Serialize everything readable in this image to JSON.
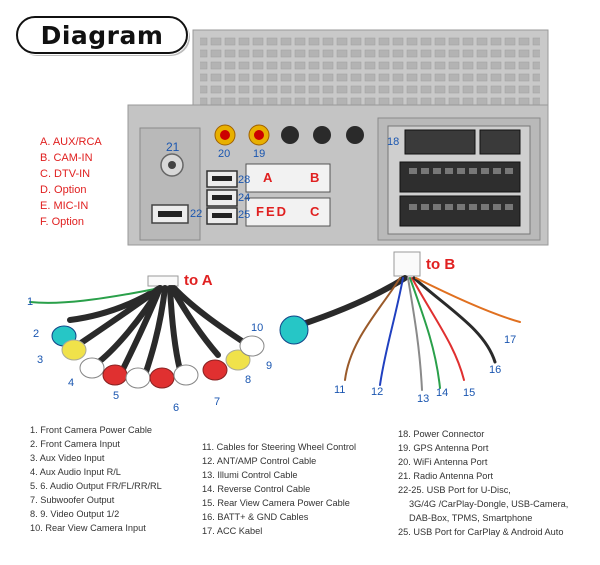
{
  "title": "Diagram",
  "legend": [
    "A. AUX/RCA",
    "B. CAM-IN",
    "C. DTV-IN",
    "D. Option",
    "E. MIC-IN",
    "F. Option"
  ],
  "unit_labels": {
    "port_21": "21",
    "port_20": "20",
    "port_19": "19",
    "port_18": "18",
    "port_28": "28",
    "port_24": "24",
    "port_25": "25",
    "port_22": "22",
    "header_top": "A",
    "header_top_b": "B",
    "header_bottom": "FED",
    "header_bottom_c": "C"
  },
  "harness_a": {
    "label": "to A",
    "numbers": [
      "1",
      "2",
      "3",
      "4",
      "5",
      "6",
      "7",
      "8",
      "9"
    ]
  },
  "harness_b": {
    "label": "to B",
    "numbers": [
      "10",
      "11",
      "12",
      "13",
      "14",
      "15",
      "16",
      "17"
    ]
  },
  "descriptions": {
    "col1": [
      "1. Front Camera Power Cable",
      "2. Front Camera Input",
      "3. Aux Video Input",
      "4. Aux Audio Input R/L",
      "5. 6. Audio Output FR/FL/RR/RL",
      "7. Subwoofer Output",
      "8. 9. Video Output 1/2",
      "10. Rear View Camera Input"
    ],
    "col2": [
      "11. Cables for Steering Wheel Control",
      "12. ANT/AMP Control Cable",
      "13. Illumi Control Cable",
      "14. Reverse Control Cable",
      "15. Rear View Camera Power Cable",
      "16. BATT+ & GND Cables",
      "17. ACC Kabel"
    ],
    "col3": [
      "18. Power Connector",
      "19. GPS Antenna Port",
      "20. WiFi Antenna Port",
      "21. Radio Antenna Port",
      "22-25. USB Port for U-Disc,",
      "3G/4G /CarPlay-Dongle, USB-Camera,",
      "DAB-Box, TPMS, Smartphone",
      "25. USB Port  for CarPlay &  Android Auto"
    ]
  },
  "colors": {
    "accent_red": "#e02020",
    "number_blue": "#1a56b0",
    "chassis": "#c9c9c9"
  }
}
